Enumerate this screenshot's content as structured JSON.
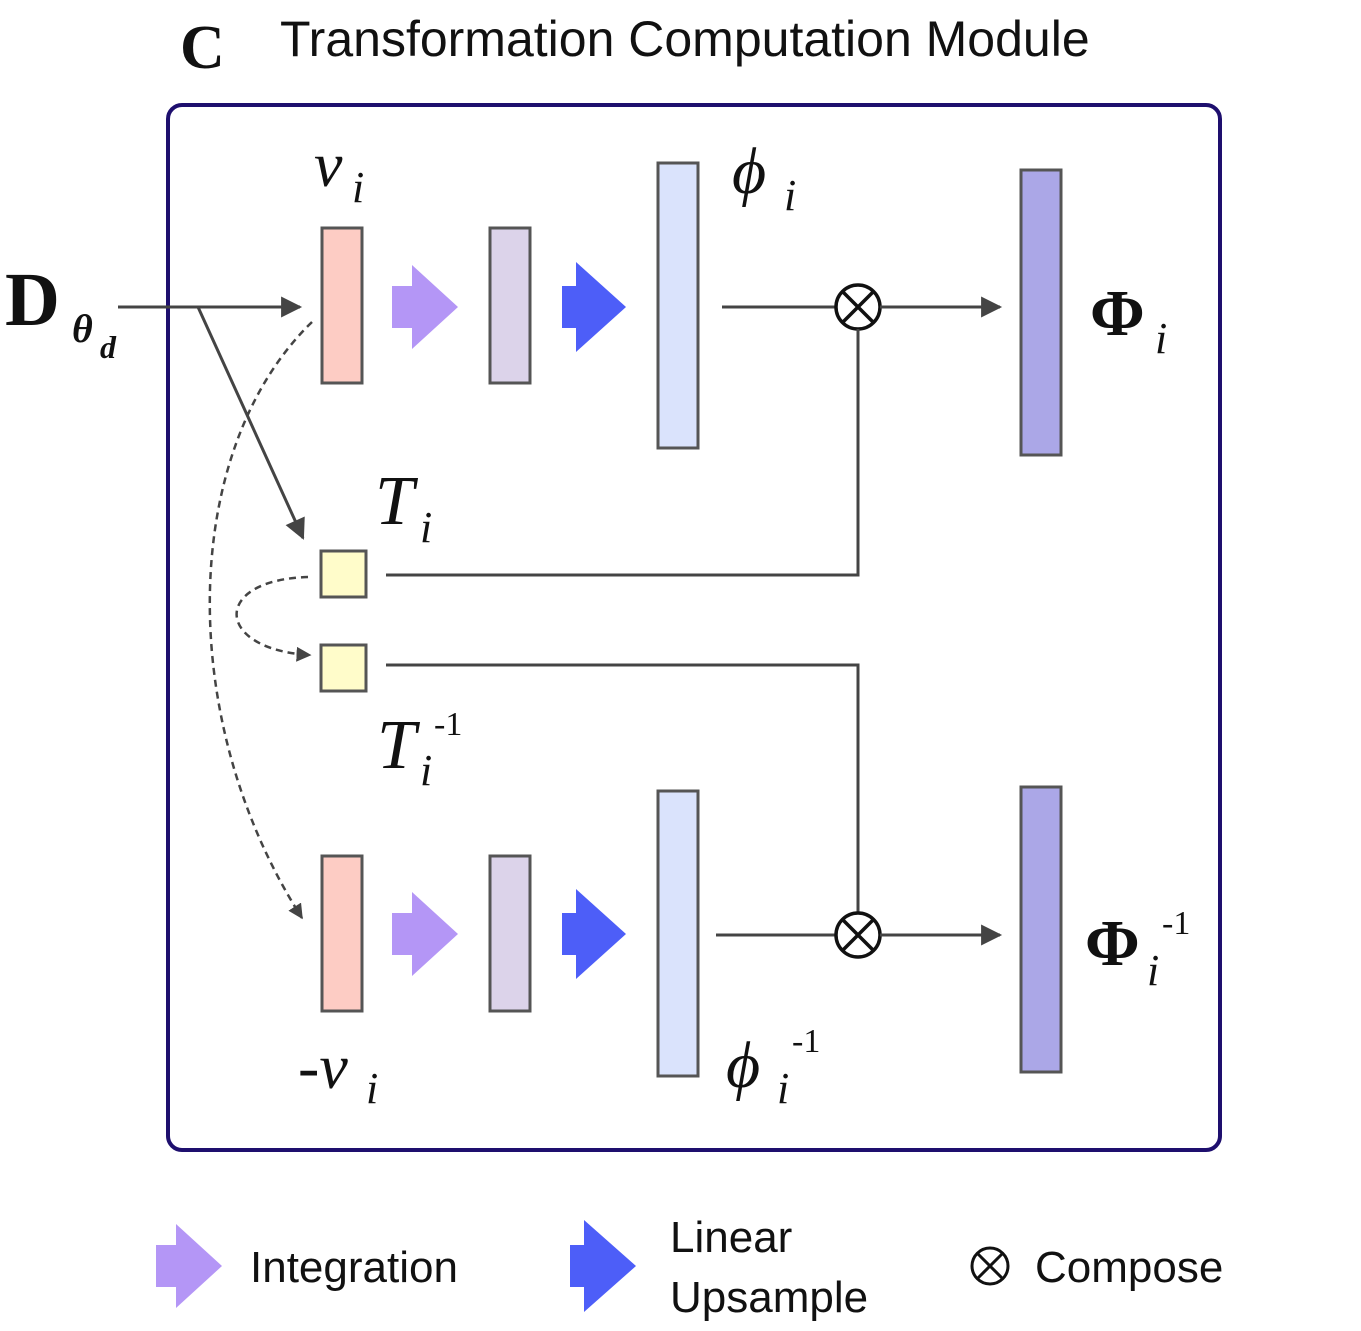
{
  "header": {
    "panel_letter": "C",
    "title": "Transformation Computation Module"
  },
  "input": {
    "symbol": "D",
    "sub": "θ",
    "subsub": "d"
  },
  "labels": {
    "v": {
      "base": "v",
      "sub": "i"
    },
    "neg_v": {
      "base": "-v",
      "sub": "i"
    },
    "T": {
      "base": "T",
      "sub": "i"
    },
    "T_inv": {
      "base": "T",
      "sub": "i",
      "sup": "-1"
    },
    "phi": {
      "base": "ϕ",
      "sub": "i"
    },
    "phi_inv": {
      "base": "ϕ",
      "sub": "i",
      "sup": "-1"
    },
    "Phi": {
      "base": "Φ",
      "sub": "i"
    },
    "Phi_inv": {
      "base": "Φ",
      "sub": "i",
      "sup": "-1"
    }
  },
  "legend": {
    "integration": "Integration",
    "upsample_line1": "Linear",
    "upsample_line2": "Upsample",
    "compose_symbol": "⊗",
    "compose": "Compose"
  },
  "colors": {
    "frame": "#1e0f6e",
    "velocity": "#fdccc4",
    "integrated": "#dcd3ea",
    "upsampled": "#dae3fc",
    "composed": "#aba7e7",
    "transform": "#fffcca",
    "integration_arrow": "#b496f6",
    "upsample_arrow": "#4d5ef8"
  },
  "icons": {
    "integration": "light-purple-arrow-icon",
    "upsample": "blue-arrow-icon",
    "compose": "circled-times-icon"
  }
}
